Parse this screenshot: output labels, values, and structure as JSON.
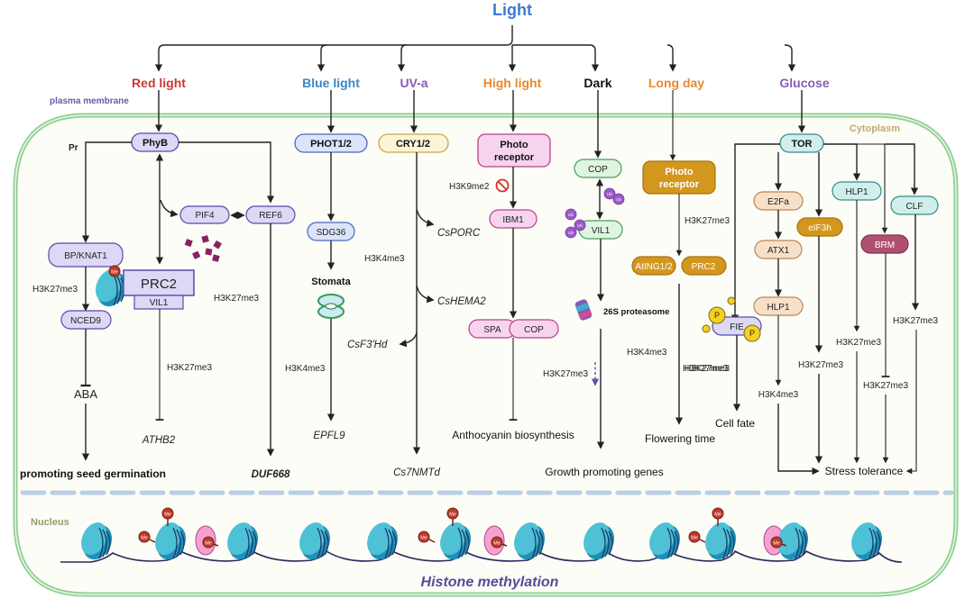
{
  "title": "Light",
  "stimuli": [
    {
      "label": "Red light",
      "color": "#c83a32"
    },
    {
      "label": "Blue light",
      "color": "#3a86c8"
    },
    {
      "label": "UV-a",
      "color": "#8a5ab8"
    },
    {
      "label": "High light",
      "color": "#e8892e"
    },
    {
      "label": "Dark",
      "color": "#111111"
    },
    {
      "label": "Long day",
      "color": "#e8892e"
    },
    {
      "label": "Glucose",
      "color": "#8a5ab8"
    }
  ],
  "compartments": {
    "plasma_membrane": "plasma membrane",
    "cytoplasm": "Cytoplasm",
    "nucleus": "Nucleus"
  },
  "red_light": {
    "receptor": "PhyB",
    "pr": "Pr",
    "bp": "BP/KNAT1",
    "pif4": "PIF4",
    "ref6": "REF6",
    "prc2": "PRC2",
    "vil1": "VIL1",
    "nced9": "NCED9",
    "mark_left": "H3K27me3",
    "mark_ref6": "H3K27me3",
    "mark_vil": "H3K27me3",
    "aba": "ABA",
    "athb2": "ATHB2",
    "duf668": "DUF668",
    "seed": "promoting seed germination",
    "me": "Me"
  },
  "blue_light": {
    "receptor": "PHOT1/2",
    "sdg36": "SDG36",
    "stomata": "Stomata",
    "mark": "H3K4me3",
    "epfl9": "EPFL9"
  },
  "uva": {
    "receptor": "CRY1/2",
    "mark": "H3K4me3",
    "csporc": "CsPORC",
    "cshema2": "CsHEMA2",
    "csf3hd": "CsF3'Hd",
    "cs7nmtd": "Cs7NMTd"
  },
  "high_light": {
    "receptor_line1": "Photo",
    "receptor_line2": "receptor",
    "mark": "H3K9me2",
    "ibm1": "IBM1",
    "spa": "SPA",
    "cop": "COP",
    "anthocyanin": "Anthocyanin biosynthesis"
  },
  "dark": {
    "cop": "COP",
    "vil1": "VIL1",
    "ub": "Ub",
    "proteasome": "26S proteasome",
    "mark": "H3K27me3",
    "growth": "Growth promoting genes"
  },
  "long_day": {
    "receptor_line1": "Photo",
    "receptor_line2": "receptor",
    "mark1": "H3K27me3",
    "ating": "AtING1/2",
    "prc2": "PRC2",
    "mark2": "H3K4me3",
    "mark3": "H3K27me3",
    "flowering": "Flowering time"
  },
  "glucose": {
    "tor": "TOR",
    "e2fa": "E2Fa",
    "atx1": "ATX1",
    "hlp1a": "HLP1",
    "eif3h": "eIF3h",
    "hlp1b": "HLP1",
    "brm": "BRM",
    "clf": "CLF",
    "fie": "FIE",
    "p": "P",
    "mark_fie": "H3K27me3",
    "mark_hlp": "H3K4me3",
    "mark_eif": "H3K27me3",
    "mark_hlp1b": "H3K27me3",
    "mark_brm": "H3K27me3",
    "mark_clf": "H3K27me3",
    "cell_fate": "Cell fate",
    "stress": "Stress tolerance"
  },
  "footer": "Histone methylation"
}
